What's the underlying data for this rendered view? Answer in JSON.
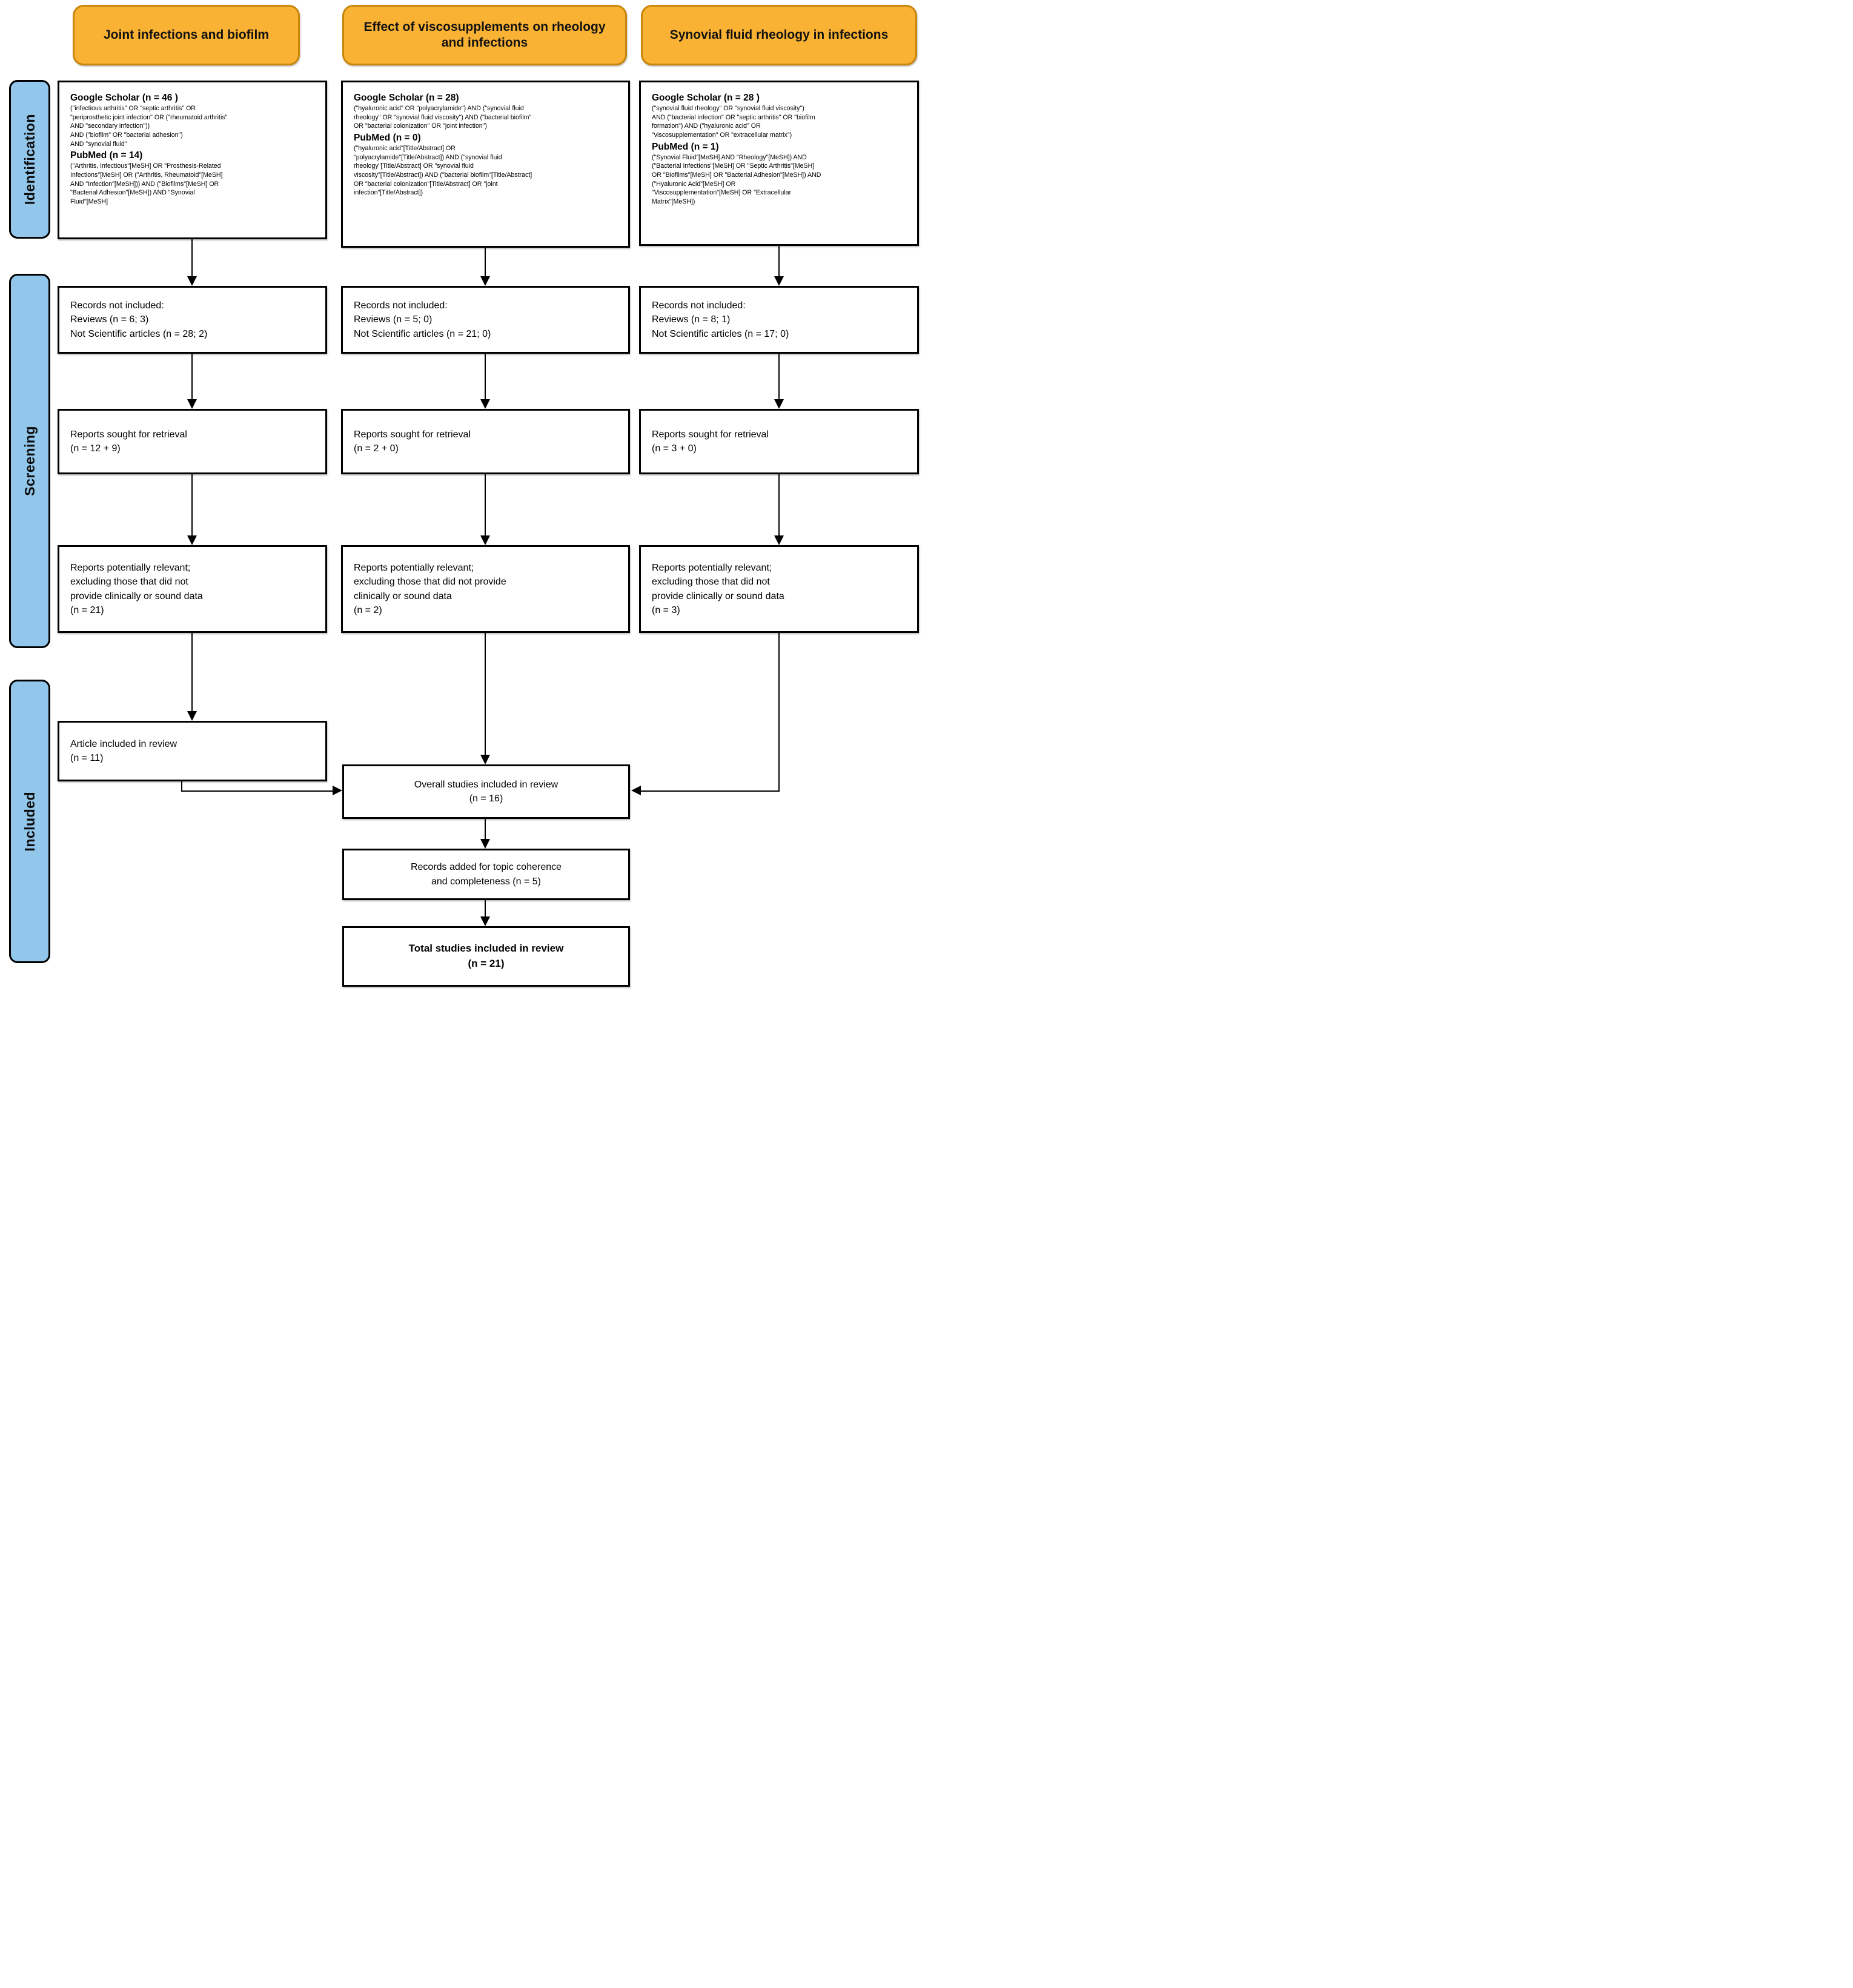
{
  "headers": [
    {
      "label": "Joint infections and biofilm"
    },
    {
      "label": "Effect of viscosupplements on rheology and infections"
    },
    {
      "label": "Synovial fluid rheology in infections"
    }
  ],
  "sidebar": [
    {
      "label": "Identification"
    },
    {
      "label": "Screening"
    },
    {
      "label": "Included"
    }
  ],
  "columns": [
    {
      "identification": {
        "gs_label": "Google Scholar (n = 46 )",
        "gs_query": "(\"infectious arthritis\" OR \"septic arthritis\" OR\n\"periprosthetic joint infection\" OR (\"rheumatoid arthritis\"\nAND \"secondary infection\"))\nAND (\"biofilm\" OR \"bacterial adhesion\")\nAND \"synovial fluid\"",
        "pm_label": "PubMed (n = 14)",
        "pm_query": "(\"Arthritis, Infectious\"[MeSH] OR \"Prosthesis-Related\nInfections\"[MeSH] OR (\"Arthritis, Rheumatoid\"[MeSH]\nAND \"Infection\"[MeSH])) AND (\"Biofilms\"[MeSH] OR\n\"Bacterial Adhesion\"[MeSH]) AND \"Synovial\nFluid\"[MeSH]"
      },
      "records_not_included": "Records not included:\nReviews (n = 6; 3)\nNot Scientific articles (n = 28; 2)",
      "reports_sought": "Reports sought for retrieval\n(n = 12 + 9)",
      "reports_relevant": "Reports potentially relevant;\nexcluding those that did not\nprovide clinically or sound data\n(n = 21)"
    },
    {
      "identification": {
        "gs_label": "Google Scholar (n = 28)",
        "gs_query": "(\"hyaluronic acid\" OR \"polyacrylamide\")  AND (\"synovial fluid\nrheology\" OR \"synovial fluid viscosity\") AND (\"bacterial biofilm\"\nOR \"bacterial colonization\" OR \"joint infection\")",
        "pm_label": "PubMed (n = 0)",
        "pm_query": "(\"hyaluronic acid\"[Title/Abstract] OR\n\"polyacrylamide\"[Title/Abstract])   AND (\"synovial fluid\nrheology\"[Title/Abstract] OR \"synovial fluid\nviscosity\"[Title/Abstract])   AND (\"bacterial biofilm\"[Title/Abstract]\nOR \"bacterial colonization\"[Title/Abstract] OR \"joint\ninfection\"[Title/Abstract])"
      },
      "records_not_included": "Records not included:\nReviews (n = 5; 0)\nNot Scientific articles (n = 21; 0)",
      "reports_sought": "Reports sought for retrieval\n(n = 2 + 0)",
      "reports_relevant": "Reports potentially relevant;\nexcluding those that did not provide\nclinically or sound data\n(n = 2)"
    },
    {
      "identification": {
        "gs_label": "Google Scholar (n = 28 )",
        "gs_query": "(\"synovial fluid rheology\" OR \"synovial fluid viscosity\")\nAND (\"bacterial infection\" OR \"septic arthritis\" OR \"biofilm\nformation\")   AND (\"hyaluronic acid\" OR\n\"viscosupplementation\" OR \"extracellular matrix\")",
        "pm_label": "PubMed (n = 1)",
        "pm_query": "(\"Synovial Fluid\"[MeSH] AND \"Rheology\"[MeSH]) AND\n(\"Bacterial Infections\"[MeSH] OR \"Septic Arthritis\"[MeSH]\nOR \"Biofilms\"[MeSH] OR \"Bacterial Adhesion\"[MeSH]) AND\n(\"Hyaluronic Acid\"[MeSH] OR\n\"Viscosupplementation\"[MeSH] OR \"Extracellular\nMatrix\"[MeSH])"
      },
      "records_not_included": "Records not included:\nReviews (n = 8; 1)\nNot Scientific articles (n = 17; 0)",
      "reports_sought": "Reports sought for retrieval\n(n = 3 + 0)",
      "reports_relevant": "Reports potentially relevant;\nexcluding those that did not\nprovide clinically or sound data\n(n = 3)"
    }
  ],
  "included": {
    "article_included": "Article included in review\n(n = 11)",
    "overall": "Overall studies included in review\n(n = 16)",
    "records_added": "Records added for topic coherence\nand completeness (n = 5)",
    "total": "Total studies included in review\n(n = 21)"
  },
  "colors": {
    "header_fill": "#F9B233",
    "header_border": "#C8860A",
    "stage_fill": "#92C6EA",
    "box_border": "#000000"
  }
}
